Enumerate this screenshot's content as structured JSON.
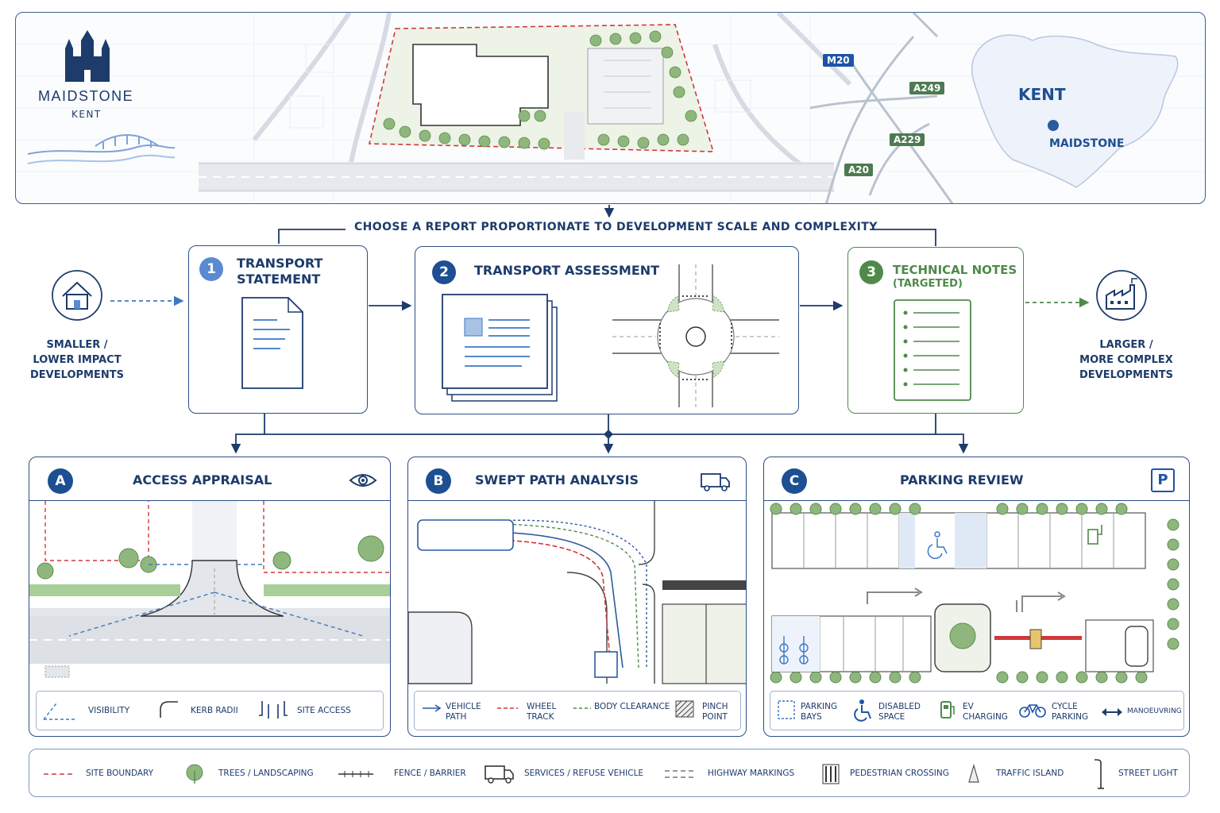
{
  "header": {
    "brand_title": "MAIDSTONE",
    "brand_subtitle": "KENT",
    "road_labels": {
      "m20": "M20",
      "a249": "A249",
      "a229": "A229",
      "a20": "A20"
    },
    "county_label": "KENT",
    "town_label": "MAIDSTONE"
  },
  "flow": {
    "heading": "CHOOSE A REPORT PROPORTIONATE TO DEVELOPMENT SCALE AND COMPLEXITY",
    "left_label": [
      "SMALLER /",
      "LOWER IMPACT",
      "DEVELOPMENTS"
    ],
    "right_label": [
      "LARGER /",
      "MORE COMPLEX",
      "DEVELOPMENTS"
    ],
    "reports": [
      {
        "number": "1",
        "title_line1": "TRANSPORT",
        "title_line2": "STATEMENT"
      },
      {
        "number": "2",
        "title_line1": "TRANSPORT ASSESSMENT"
      },
      {
        "number": "3",
        "title_line1": "TECHNICAL NOTES",
        "title_line2": "(TARGETED)"
      }
    ]
  },
  "analyses": [
    {
      "letter": "A",
      "title": "ACCESS APPRAISAL",
      "legend": [
        "VISIBILITY",
        "KERB RADII",
        "SITE ACCESS"
      ]
    },
    {
      "letter": "B",
      "title": "SWEPT PATH ANALYSIS",
      "legend": [
        [
          "VEHICLE",
          "PATH"
        ],
        [
          "WHEEL",
          "TRACK"
        ],
        [
          "BODY CLEARANCE"
        ],
        [
          "PINCH",
          "POINT"
        ]
      ]
    },
    {
      "letter": "C",
      "title": "PARKING REVIEW",
      "badge": "P",
      "legend": [
        [
          "PARKING",
          "BAYS"
        ],
        [
          "DISABLED",
          "SPACE"
        ],
        [
          "EV",
          "CHARGING"
        ],
        [
          "CYCLE",
          "PARKING"
        ],
        [
          "MANOEUVRING"
        ]
      ]
    }
  ],
  "key": [
    "SITE BOUNDARY",
    "TREES / LANDSCAPING",
    "FENCE / BARRIER",
    "SERVICES / REFUSE VEHICLE",
    "HIGHWAY MARKINGS",
    "PEDESTRIAN CROSSING",
    "TRAFFIC ISLAND",
    "STREET LIGHT"
  ],
  "colors": {
    "navy": "#1d3b6b",
    "blue": "#2c5aa0",
    "green": "#4f8a4a",
    "red": "#d0393a",
    "tree": "#7fae6e"
  }
}
